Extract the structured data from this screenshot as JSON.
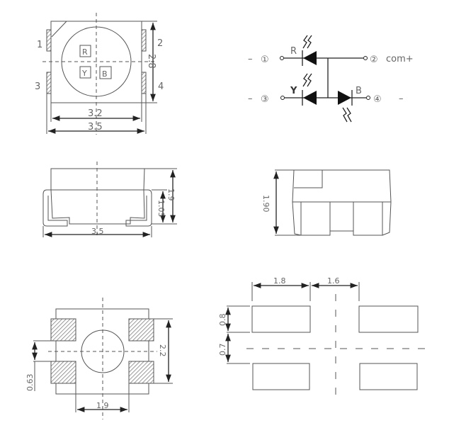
{
  "top_view": {
    "pin_labels": [
      "1",
      "2",
      "3",
      "4"
    ],
    "chip_labels": [
      "R",
      "Y",
      "B"
    ],
    "dims": {
      "height": "2.8",
      "inner_width": "3.2",
      "outer_width": "3.5"
    }
  },
  "circuit": {
    "pins": [
      {
        "num": "①",
        "sign": "–"
      },
      {
        "num": "②",
        "sign": "com+"
      },
      {
        "num": "③",
        "sign": "–"
      },
      {
        "num": "④",
        "sign": "–"
      }
    ],
    "diodes": [
      "R",
      "Y",
      "B"
    ]
  },
  "side_view": {
    "dims": {
      "height": "1.9",
      "lead_height": "1.05",
      "width": "3.5"
    }
  },
  "end_view": {
    "dims": {
      "height": "1.90"
    }
  },
  "bottom_view": {
    "dims": {
      "pad_pitch": "2.2",
      "pad_gap": "0.63",
      "pad_span": "1.9"
    }
  },
  "footprint": {
    "dims": {
      "pad_width": "1.8",
      "pad_gap_x": "1.6",
      "pad_height": "0.8",
      "pad_gap_y": "0.7"
    }
  }
}
